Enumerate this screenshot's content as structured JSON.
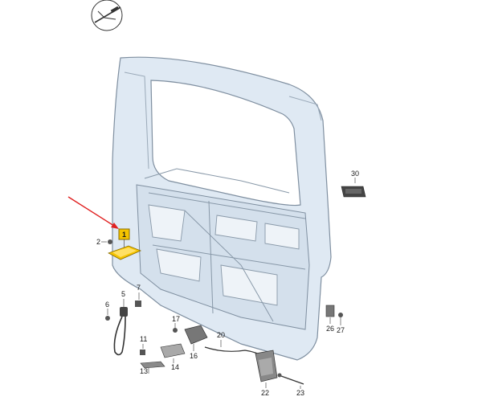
{
  "diagram": {
    "highlight_color": "#f5c400",
    "arrow_color": "#e02020",
    "body_fill": "#dfe9f3",
    "body_stroke": "#7f8fa0",
    "logo_icon": "vw-style-emblem",
    "callouts": [
      {
        "id": "1",
        "label": "1",
        "highlighted": true
      },
      {
        "id": "2",
        "label": "2"
      },
      {
        "id": "5",
        "label": "5"
      },
      {
        "id": "6",
        "label": "6"
      },
      {
        "id": "7",
        "label": "7"
      },
      {
        "id": "11",
        "label": "11"
      },
      {
        "id": "13",
        "label": "13"
      },
      {
        "id": "14",
        "label": "14"
      },
      {
        "id": "16",
        "label": "16"
      },
      {
        "id": "17",
        "label": "17"
      },
      {
        "id": "20",
        "label": "20"
      },
      {
        "id": "22",
        "label": "22"
      },
      {
        "id": "23",
        "label": "23"
      },
      {
        "id": "26",
        "label": "26"
      },
      {
        "id": "27",
        "label": "27"
      },
      {
        "id": "30",
        "label": "30"
      }
    ]
  }
}
